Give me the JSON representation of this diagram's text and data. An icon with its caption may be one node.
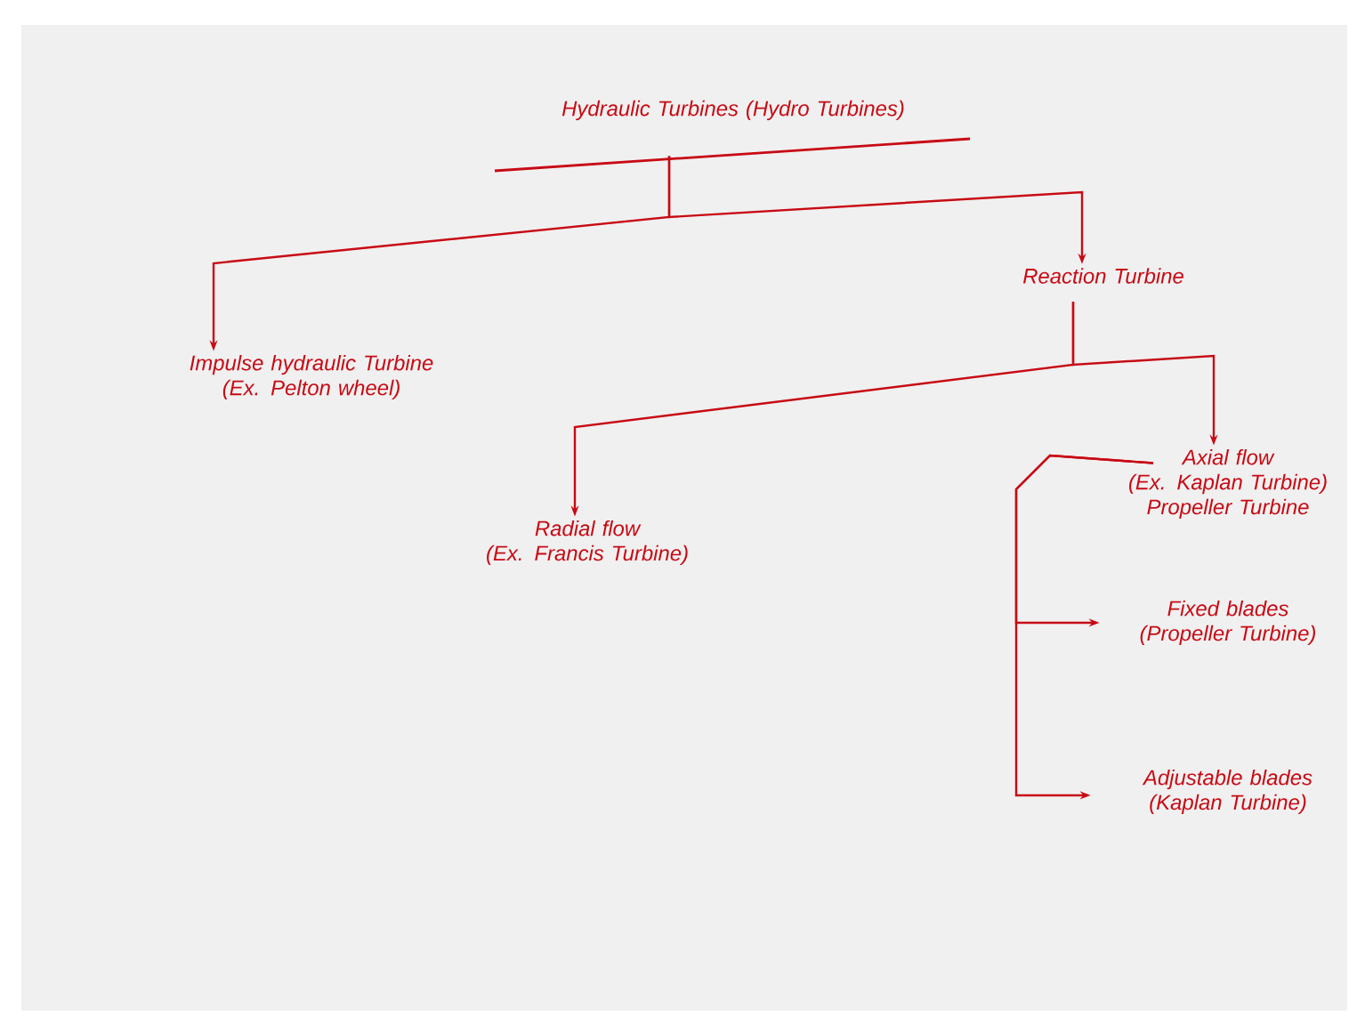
{
  "diagram": {
    "nodes": [
      {
        "text": [
          "Hydraulic Turbines (Hydro Turbines)"
        ]
      },
      {
        "text": [
          "Impulse hydraulic Turbine",
          "(Ex. Pelton wheel)"
        ]
      },
      {
        "text": [
          "Reaction Turbine"
        ]
      },
      {
        "text": [
          "Radial flow",
          "(Ex. Francis Turbine)"
        ]
      },
      {
        "text": [
          "Axial flow",
          "(Ex. Kaplan Turbine) Propeller Turbine"
        ]
      },
      {
        "text": [
          "Fixed blades (Propeller Turbine)"
        ]
      },
      {
        "text": [
          "Adjustable blades (Kaplan Turbine)"
        ]
      }
    ],
    "edges": [
      {
        "from": 0,
        "to": 1,
        "arrow": "to"
      },
      {
        "from": 0,
        "to": 2,
        "arrow": "to"
      },
      {
        "from": 2,
        "to": 3,
        "arrow": "to"
      },
      {
        "from": 2,
        "to": 4,
        "arrow": "to"
      },
      {
        "from": 4,
        "to": 5,
        "arrow": "to"
      },
      {
        "from": 4,
        "to": 6,
        "arrow": "to"
      }
    ]
  }
}
